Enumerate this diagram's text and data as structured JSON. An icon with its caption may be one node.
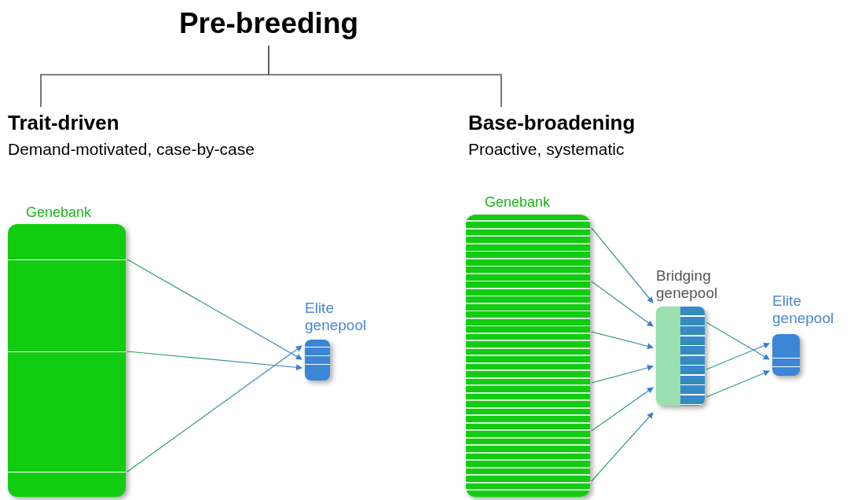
{
  "diagram": {
    "nodes": [
      {
        "text": [
          "Pre-breeding"
        ]
      },
      {
        "text": [
          "Trait-driven",
          "Demand-motivated, case-by-case"
        ]
      },
      {
        "text": [
          "Base-broadening",
          "Proactive, systematic"
        ]
      },
      {
        "text": [
          "Genebank"
        ]
      },
      {
        "text": [
          "Elite genepool"
        ]
      },
      {
        "text": [
          "Genebank"
        ]
      },
      {
        "text": [
          "Bridging genepool"
        ]
      },
      {
        "text": [
          "Elite genepool"
        ]
      }
    ],
    "edges": [
      {
        "from": 0,
        "to": 1,
        "arrow": "none"
      },
      {
        "from": 0,
        "to": 2,
        "arrow": "none"
      },
      {
        "from": 3,
        "to": 4,
        "arrow": "to"
      },
      {
        "from": 3,
        "to": 4,
        "arrow": "to"
      },
      {
        "from": 3,
        "to": 4,
        "arrow": "to"
      },
      {
        "from": 5,
        "to": 6,
        "arrow": "to"
      },
      {
        "from": 5,
        "to": 6,
        "arrow": "to"
      },
      {
        "from": 5,
        "to": 6,
        "arrow": "to"
      },
      {
        "from": 5,
        "to": 6,
        "arrow": "to"
      },
      {
        "from": 5,
        "to": 6,
        "arrow": "to"
      },
      {
        "from": 5,
        "to": 6,
        "arrow": "to"
      },
      {
        "from": 6,
        "to": 7,
        "arrow": "to"
      },
      {
        "from": 6,
        "to": 7,
        "arrow": "to"
      },
      {
        "from": 6,
        "to": 7,
        "arrow": "to"
      }
    ]
  }
}
